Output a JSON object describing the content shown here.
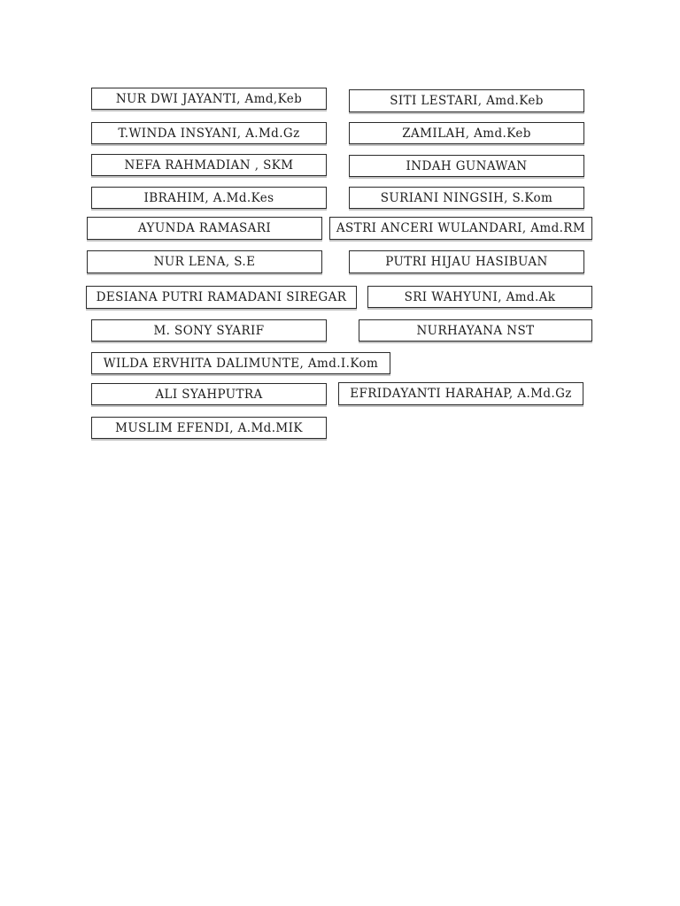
{
  "page": {
    "background": "#ffffff",
    "box_border_color": "#2b2b2b",
    "text_color": "#1d1d1d"
  },
  "boxes": [
    {
      "label": "NUR DWI JAYANTI, Amd,Keb"
    },
    {
      "label": "SITI LESTARI, Amd.Keb"
    },
    {
      "label": "T.WINDA INSYANI, A.Md.Gz"
    },
    {
      "label": "ZAMILAH, Amd.Keb"
    },
    {
      "label": "NEFA RAHMADIAN , SKM"
    },
    {
      "label": "INDAH GUNAWAN"
    },
    {
      "label": "IBRAHIM, A.Md.Kes"
    },
    {
      "label": "SURIANI NINGSIH, S.Kom"
    },
    {
      "label": "AYUNDA RAMASARI"
    },
    {
      "label": "ASTRI ANCERI WULANDARI, Amd.RM"
    },
    {
      "label": "NUR LENA, S.E"
    },
    {
      "label": "PUTRI HIJAU HASIBUAN"
    },
    {
      "label": "DESIANA PUTRI RAMADANI SIREGAR"
    },
    {
      "label": "SRI WAHYUNI, Amd.Ak"
    },
    {
      "label": "M. SONY SYARIF"
    },
    {
      "label": "NURHAYANA NST"
    },
    {
      "label": "WILDA ERVHITA DALIMUNTE, Amd.I.Kom"
    },
    {
      "label": "ALI SYAHPUTRA"
    },
    {
      "label": "EFRIDAYANTI HARAHAP, A.Md.Gz"
    },
    {
      "label": "MUSLIM EFENDI, A.Md.MIK"
    }
  ]
}
